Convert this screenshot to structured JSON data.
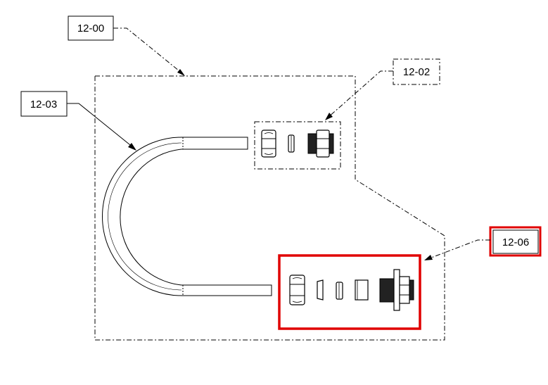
{
  "callouts": {
    "assembly": "12-00",
    "fitting_kit_top": "12-02",
    "tube": "12-03",
    "fitting_kit_bottom": "12-06"
  },
  "colors": {
    "line": "#000000",
    "highlight": "#e00000",
    "background": "#ffffff"
  }
}
